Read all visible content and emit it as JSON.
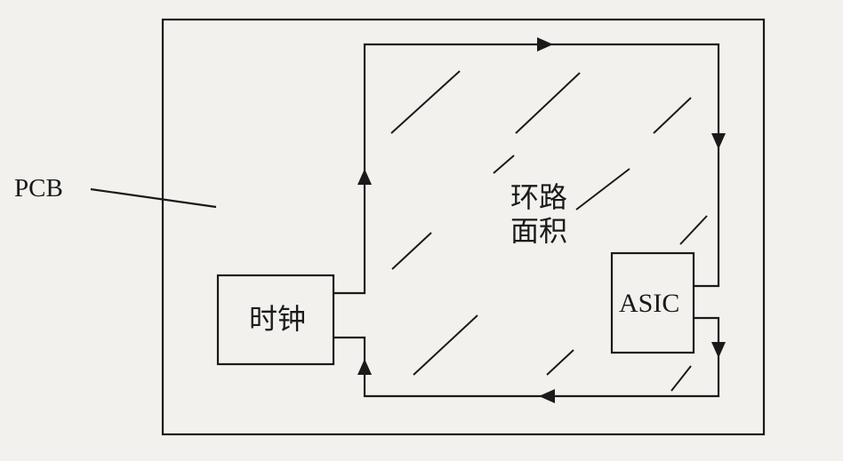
{
  "labels": {
    "pcb": "PCB",
    "clock": "时钟",
    "asic": "ASIC",
    "loop_area_line1": "环路",
    "loop_area_line2": "面积"
  },
  "colors": {
    "background": "#f2f1ee",
    "stroke": "#1a1a1a"
  }
}
